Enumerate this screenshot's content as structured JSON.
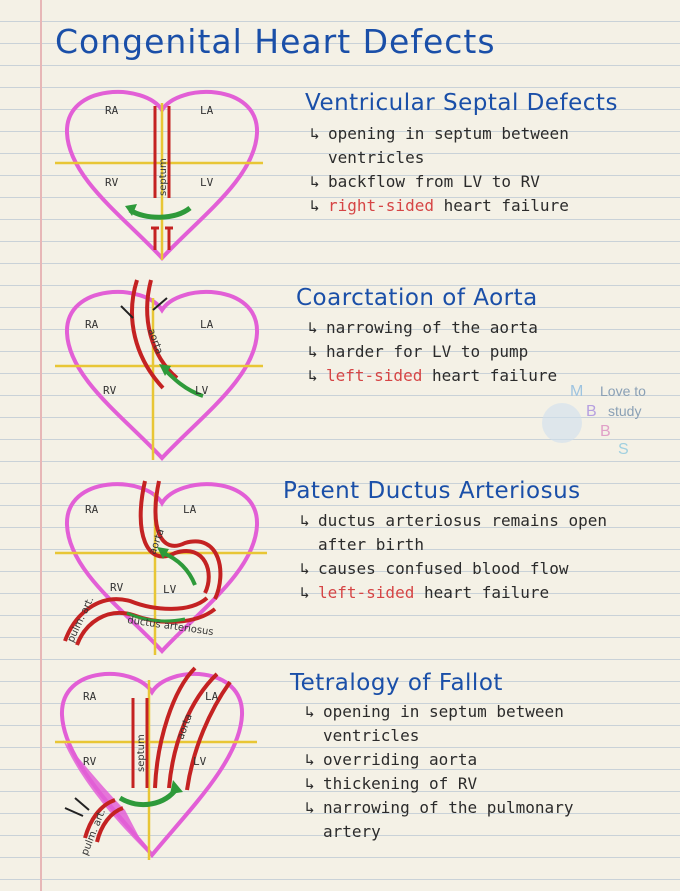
{
  "title": "Congenital Heart Defects",
  "colors": {
    "title_blue": "#1a4fa8",
    "heart_pink": "#e25fd6",
    "vessel_red": "#c42222",
    "flow_green": "#2e9a3a",
    "axis_yellow": "#e8c635",
    "warn_red": "#d64545"
  },
  "sections": [
    {
      "title": "Ventricular Septal Defects",
      "diagram": {
        "labels": [
          "RA",
          "LA",
          "RV",
          "LV"
        ],
        "vessel_label": "septum"
      },
      "bullets": [
        {
          "text": "opening in septum between",
          "cont": "ventricles"
        },
        {
          "text": "backflow from LV to RV"
        },
        {
          "red": "right-sided",
          "text": " heart failure"
        }
      ]
    },
    {
      "title": "Coarctation of Aorta",
      "diagram": {
        "labels": [
          "RA",
          "LA",
          "RV",
          "LV"
        ],
        "vessel_label": "aorta"
      },
      "bullets": [
        {
          "text": "narrowing of the aorta"
        },
        {
          "text": "harder for LV to pump"
        },
        {
          "red": "left-sided",
          "text": " heart failure"
        }
      ]
    },
    {
      "title": "Patent Ductus Arteriosus",
      "diagram": {
        "labels": [
          "RA",
          "LA",
          "RV",
          "LV"
        ],
        "vessel_label": "aorta",
        "extra_labels": [
          "pulm. art.",
          "ductus arteriosus",
          "aorta"
        ]
      },
      "bullets": [
        {
          "text": "ductus arteriosus remains open",
          "cont": "after birth"
        },
        {
          "text": "causes confused blood flow"
        },
        {
          "red": "left-sided",
          "text": " heart failure"
        }
      ]
    },
    {
      "title": "Tetralogy of Fallot",
      "diagram": {
        "labels": [
          "RA",
          "LA",
          "RV",
          "LV"
        ],
        "vessel_label": "septum",
        "extra_labels": [
          "aorta",
          "pulm. art."
        ]
      },
      "bullets": [
        {
          "text": "opening in septum between",
          "cont": "ventricles"
        },
        {
          "text": "overriding aorta"
        },
        {
          "text": "thickening of RV"
        },
        {
          "text": "narrowing of the pulmonary",
          "cont": "artery"
        }
      ]
    }
  ],
  "watermark": {
    "line1": "Love to",
    "line2": "study",
    "letters": [
      "M",
      "B",
      "B",
      "S"
    ]
  },
  "arrow_glyph": "↳"
}
